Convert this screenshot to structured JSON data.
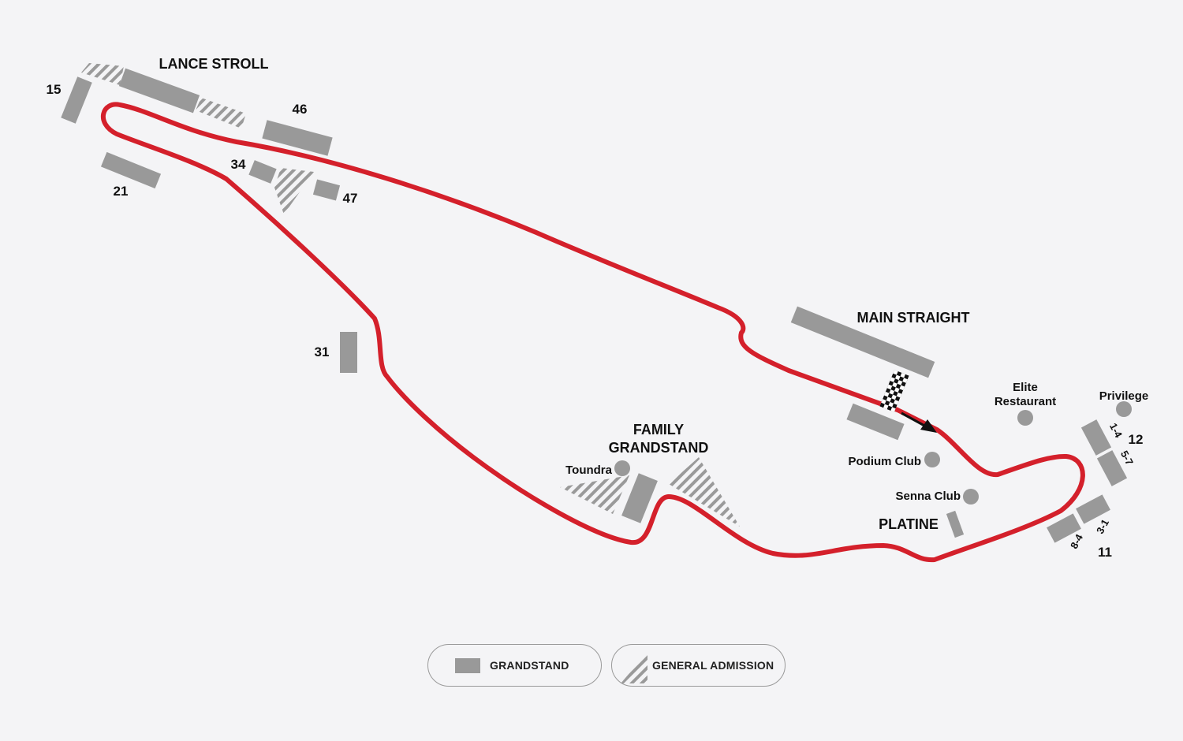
{
  "map": {
    "track_color": "#d4202b",
    "grandstand_color": "#999999",
    "background_color": "#f4f4f6",
    "labels": {
      "lance_stroll": "LANCE STROLL",
      "main_straight": "MAIN STRAIGHT",
      "family_line1": "FAMILY",
      "family_line2": "GRANDSTAND",
      "platine": "PLATINE",
      "toundra": "Toundra",
      "podium_club": "Podium Club",
      "senna_club": "Senna Club",
      "elite_line1": "Elite",
      "elite_line2": "Restaurant",
      "privilege": "Privilege"
    },
    "stand_numbers": {
      "s15": "15",
      "s21": "21",
      "s46": "46",
      "s34": "34",
      "s47": "47",
      "s31": "31",
      "s12": "12",
      "s11": "11",
      "s1_4": "1-4",
      "s5_7": "5-7",
      "s3_1": "3-1",
      "s8_4": "8-4"
    }
  },
  "legend": {
    "grandstand": "GRANDSTAND",
    "general_admission": "GENERAL ADMISSION"
  }
}
